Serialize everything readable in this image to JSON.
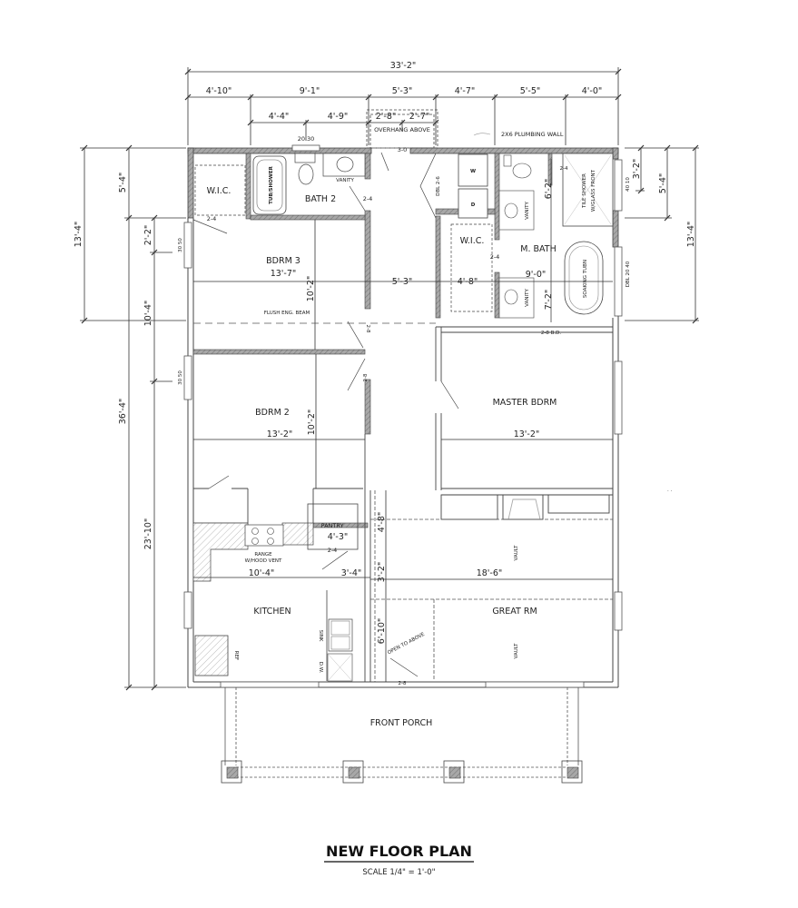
{
  "drawing": {
    "title": "NEW FLOOR PLAN",
    "scale": "SCALE 1/4\" = 1'-0\""
  },
  "overall_dimensions": {
    "width_total": "33'-2\"",
    "depth_total": "36'-4\"",
    "top_segments": [
      "4'-10\"",
      "9'-1\"",
      "5'-3\"",
      "4'-7\"",
      "5'-5\"",
      "4'-0\""
    ],
    "top_sub_segments": [
      "4'-4\"",
      "4'-9\"",
      "2'-8\"",
      "2'-7\""
    ],
    "left": {
      "outer": "13'-4\"",
      "upper": "5'-4\"",
      "window_offset": "2'-2\"",
      "mid": "10'-4\"",
      "lower": "23'-10\""
    },
    "right": {
      "outer": "13'-4\"",
      "upper": "5'-4\"",
      "window_offset": "3'-2\""
    },
    "great_room_stack": [
      "4'-8\"",
      "3'-2\"",
      "6'-10\""
    ]
  },
  "rooms": {
    "wic_left": {
      "name": "W.I.C.",
      "door": "2-4"
    },
    "bath2": {
      "name": "BATH 2",
      "door": "2-4",
      "fixtures": [
        "TUB/SHOWER",
        "VANITY"
      ],
      "window": "20 30"
    },
    "bdrm3": {
      "name": "BDRM 3",
      "width": "13'-7\"",
      "depth": "10'-2\"",
      "door": "2-8",
      "window": "30 50",
      "beam": "FLUSH ENG. BEAM"
    },
    "hall": {
      "width": "5'-3\"",
      "entry_door": "3-0",
      "overhang": "OVERHANG ABOVE"
    },
    "laundry": {
      "door": "DBL 2-6",
      "washer": "W",
      "dryer": "D",
      "note": "2X6 PLUMBING WALL"
    },
    "wic_master": {
      "name": "W.I.C.",
      "width": "4'-8\"",
      "door": "2-4"
    },
    "master_bath": {
      "name": "M. BATH",
      "width": "9'-0\"",
      "depth_upper": "6'-2\"",
      "depth_lower": "7'-2\"",
      "shower": "TILE SHOWER W/GLASS FRONT",
      "shower_door": "2-4",
      "tub": "SOAKING TUBN",
      "vanity": "VANITY",
      "window_upper": "40 10",
      "window_lower": "DBL 20 40",
      "bd": "2-8 B.D."
    },
    "bdrm2": {
      "name": "BDRM 2",
      "width": "13'-2\"",
      "depth": "10'-2\"",
      "door": "2-8",
      "window": "30 50"
    },
    "master_bdrm": {
      "name": "MASTER BDRM",
      "width": "13'-2\""
    },
    "pantry": {
      "name": "PANTRY",
      "width": "4'-3\"",
      "door": "2-4"
    },
    "kitchen": {
      "name": "KITCHEN",
      "width": "10'-4\"",
      "range": "RANGE",
      "range_note": "W/HOOD VENT",
      "sink": "SINK",
      "dw": "D.W.",
      "ref": "REF",
      "aisle": "3'-4\""
    },
    "great_rm": {
      "name": "GREAT RM",
      "width": "18'-6\"",
      "vault_upper": "VAULT",
      "vault_lower": "VAULT",
      "open_note": "OPEN TO ABOVE",
      "door": "2-8"
    },
    "front_porch": {
      "name": "FRONT PORCH"
    }
  }
}
